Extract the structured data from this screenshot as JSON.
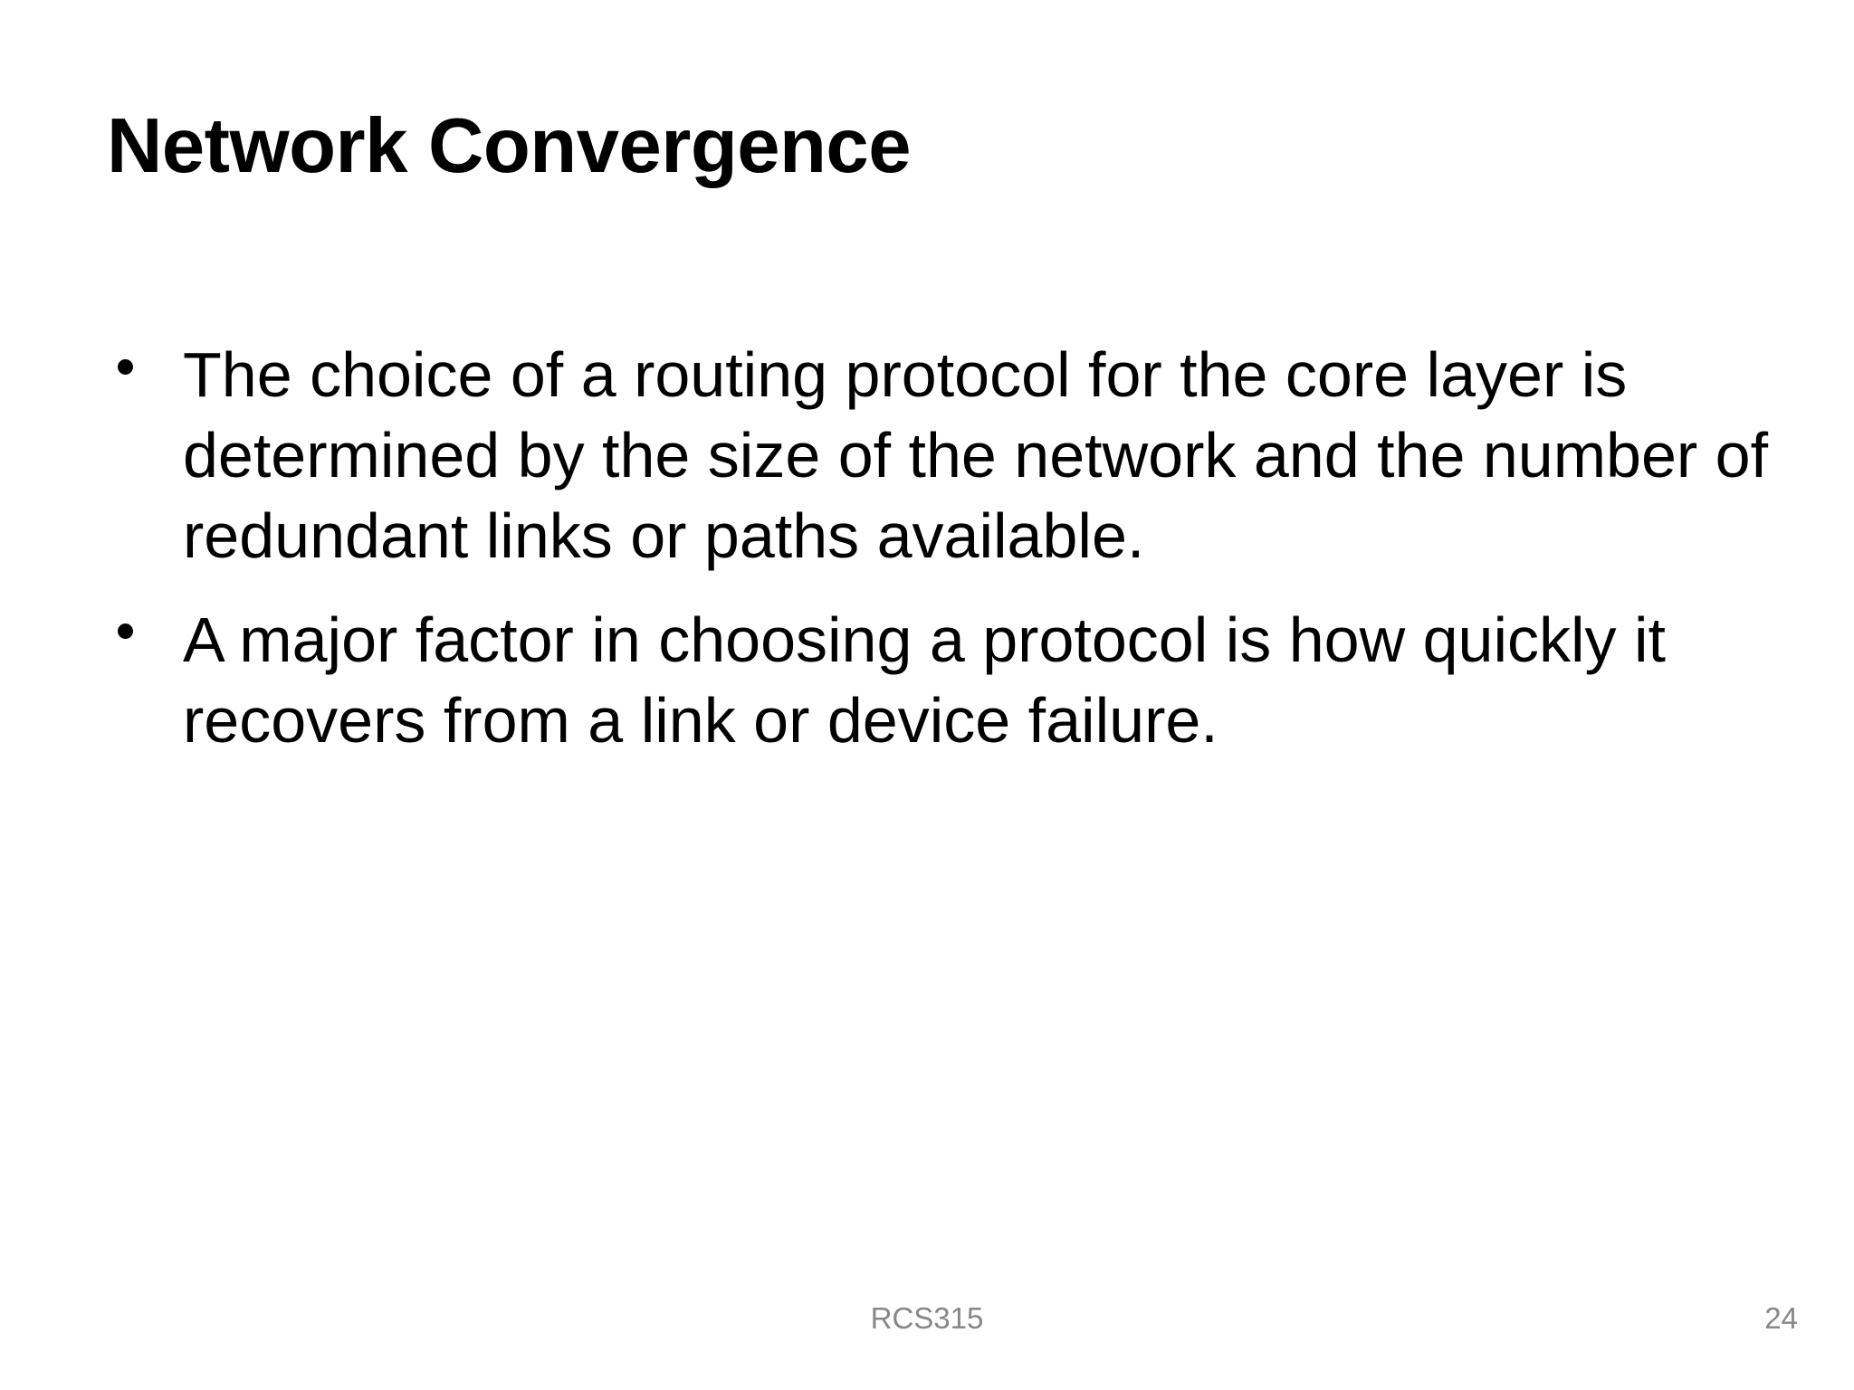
{
  "slide": {
    "title": "Network Convergence",
    "background_color": "#ffffff",
    "text_color": "#000000",
    "bullets": [
      {
        "marker": "bullet-dot",
        "text": "The choice of a routing protocol for the core layer is determined by the size of the network and the number of redundant links or paths available."
      },
      {
        "marker": "bullet-dot",
        "text": "A major factor in choosing a protocol is how quickly it recovers from a link or device failure."
      }
    ],
    "footer": {
      "course_code": "RCS315",
      "page_number": "24",
      "color": "#878787"
    }
  }
}
